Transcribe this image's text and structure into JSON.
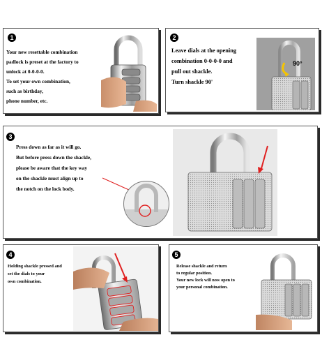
{
  "steps": [
    {
      "number": "1",
      "lines": [
        "Your new resettable combination",
        " padlock is preset at the factory to",
        "unlock at 0-0-0-0.",
        "To set your own combination,",
        "such as birthday,",
        "phone number, etc."
      ]
    },
    {
      "number": "2",
      "lines": [
        "Leave dials at the opening",
        "combination  0-0-0-0 and",
        "  pull out shackle.",
        "Turn shackle 90'"
      ],
      "rotation_label": "90°"
    },
    {
      "number": "3",
      "lines": [
        "Press down as far as it will go.",
        "But before press down the shackle,",
        "please be aware that the key way",
        "on the shackle must align up to",
        "the notch on the lock body."
      ]
    },
    {
      "number": "4",
      "lines": [
        "Holding shackle pressed and",
        "set the dials to your",
        "own combination."
      ]
    },
    {
      "number": "5",
      "lines": [
        "Release shackle and return",
        "to regular position.",
        "Your new lock will now open to",
        "your personal combination."
      ]
    }
  ],
  "colors": {
    "accent_red": "#e02020",
    "rotation_yellow": "#f5c400"
  }
}
